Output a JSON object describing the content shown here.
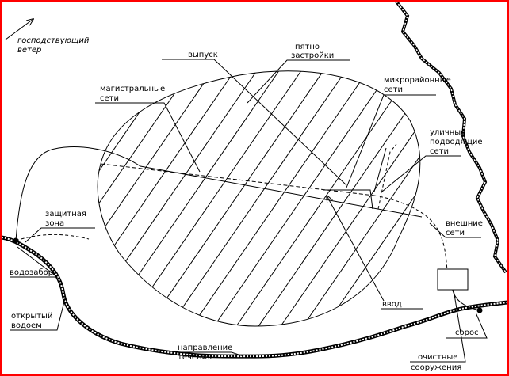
{
  "colors": {
    "frame": "#ff0000",
    "ink": "#000000",
    "water": "#ffffff"
  },
  "labels": {
    "wind_1": "господствующий",
    "wind_2": "ветер",
    "outlet": "выпуск",
    "spot_1": "пятно",
    "spot_2": "застройки",
    "micro_1": "микрорайонные",
    "micro_2": "сети",
    "main_1": "магистральные",
    "main_2": "сети",
    "street_1": "уличные",
    "street_2": "подводящие",
    "street_3": "сети",
    "protect_1": "защитная",
    "protect_2": "зона",
    "external_1": "внешние",
    "external_2": "сети",
    "intake": "водозабор",
    "input": "ввод",
    "open_1": "открытый",
    "open_2": "водоем",
    "discharge": "сброс",
    "flow_1": "направление",
    "flow_2": "течения",
    "treat_1": "очистные",
    "treat_2": "сооружения"
  }
}
